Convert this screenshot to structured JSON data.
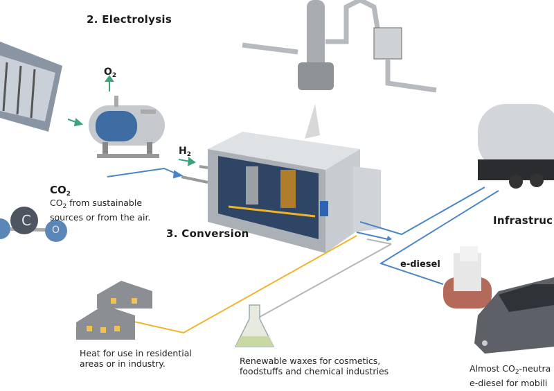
{
  "steps": {
    "electrolysis": "2. Electrolysis",
    "conversion": "3. Conversion",
    "infrastructure": "Infrastruc"
  },
  "labels": {
    "o2": {
      "main": "O",
      "sub": "2"
    },
    "h2": {
      "main": "H",
      "sub": "2"
    },
    "co2_title": {
      "main": "CO",
      "sub": "2"
    },
    "co2_desc_line1_prefix": "CO",
    "co2_desc_line1_sub": "2",
    "co2_desc_line1_rest": " from sustainable",
    "co2_desc_line2": "sources or from the air.",
    "e_diesel": "e-diesel",
    "heat_line1": "Heat for use in residential",
    "heat_line2": "areas or in industry.",
    "waxes_line1": "Renewable waxes for cosmetics,",
    "waxes_line2": "foodstuffs and chemical industries",
    "mobility_line1_prefix": "Almost CO",
    "mobility_line1_sub": "2",
    "mobility_line1_rest": "-neutra",
    "mobility_line2": "e-diesel for mobili"
  },
  "molecule": {
    "center_atom": "C",
    "right_atom": "O"
  },
  "colors": {
    "blue_flow": "#4a86c5",
    "green_arrow": "#3aa57a",
    "heat_line": "#f0b429",
    "gray_line": "#b5b5b5",
    "atom_c": "#4d5560",
    "atom_o": "#5a86b8"
  },
  "icons": [
    "solar-panel",
    "electrolyser-tank",
    "conversion-container",
    "reactor-column",
    "tanker-truck",
    "fuel-pump",
    "car",
    "houses",
    "flask"
  ]
}
